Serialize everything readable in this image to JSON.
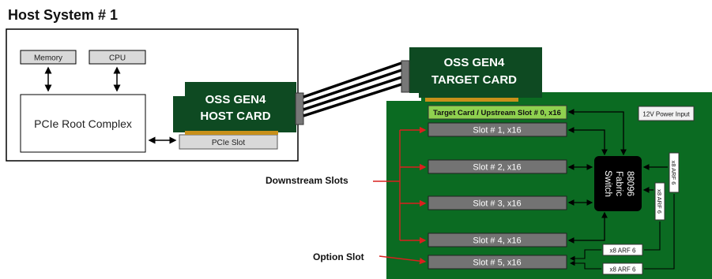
{
  "title": "Host System # 1",
  "host": {
    "memory": "Memory",
    "cpu": "CPU",
    "root_complex": "PCIe Root Complex",
    "pcie_slot": "PCIe Slot",
    "host_card_line1": "OSS GEN4",
    "host_card_line2": "HOST CARD"
  },
  "target": {
    "card_line1": "OSS GEN4",
    "card_line2": "TARGET CARD",
    "upstream_slot": "Target  Card / Upstream Slot # 0, x16",
    "power_input": "12V Power Input",
    "slots": [
      "Slot # 1, x16",
      "Slot # 2, x16",
      "Slot # 3, x16",
      "Slot # 4, x16",
      "Slot # 5, x16"
    ],
    "switch_line1": "88096",
    "switch_line2": "Fabric",
    "switch_line3": "Switch",
    "arf_vertical": [
      "x8 ARF 6",
      "x8 ARF 6"
    ],
    "arf_horizontal": [
      "x8 ARF 6",
      "x8 ARF 6"
    ]
  },
  "labels": {
    "downstream": "Downstream Slots",
    "option": "Option Slot"
  },
  "colors": {
    "board_green": "#0b6b22",
    "card_green": "#0e4a22",
    "upstream_green": "#8fd14f",
    "arrow_red": "#d9201e",
    "slot_gray": "#737373",
    "gold": "#c8901a"
  }
}
